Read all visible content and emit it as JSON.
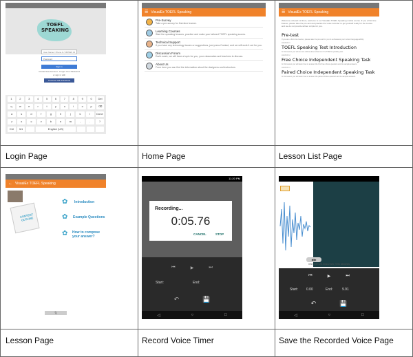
{
  "captions": {
    "login": "Login Page",
    "home": "Home Page",
    "lesson_list": "Lesson List Page",
    "lesson": "Lesson Page",
    "record": "Record Voice Timer",
    "save": "Save the Recorded Voice Page"
  },
  "login": {
    "logo": "TOEFL SPEAKING",
    "username_placeholder": "User Name / Phone # / FB/SNS ID",
    "password_placeholder": "Password",
    "signin_label": "Sign In",
    "links": "Create New Account · Forgot Your Password",
    "or_label": "or sign in with",
    "facebook_label": "Continue with Facebook",
    "keyboard_rows": [
      [
        "1",
        "2",
        "3",
        "4",
        "5",
        "6",
        "7",
        "8",
        "9",
        "0",
        "Del"
      ],
      [
        "q",
        "w",
        "e",
        "r",
        "t",
        "y",
        "u",
        "i",
        "o",
        "p",
        "⌫"
      ],
      [
        "a",
        "s",
        "d",
        "f",
        "g",
        "h",
        "j",
        "k",
        "l",
        "Done"
      ],
      [
        "z",
        "x",
        "c",
        "v",
        "b",
        "n",
        "m",
        ",",
        ".",
        "?"
      ],
      [
        "Ctrl",
        "!#1",
        "",
        "English (US)",
        "",
        "",
        ""
      ]
    ]
  },
  "app_title": "VisualEx TOEFL Speaking",
  "home": {
    "items": [
      {
        "title": "Pre-Survey",
        "desc": "Take a pre-survey for first-time learner."
      },
      {
        "title": "Learning Courses",
        "desc": "Start the speaking lessons, practice and make your tailored TOEFL speaking scores."
      },
      {
        "title": "Technical Support",
        "desc": "If you have any technology issues or suggestions, just press Contact, and we will work it out for you."
      },
      {
        "title": "Discussion Forum",
        "desc": "Earth week, we will have a topic for you, your classmates and teachers to discuss."
      },
      {
        "title": "About Us",
        "desc": "From here you can find the information about the designers and instructors."
      }
    ]
  },
  "lesson_list": {
    "intro": "Welcome onboard. Hi there, welcome to our VisualEx TOEFL Speaking mobile course. If you a first time listener, please take the pre-test and practice the voice recorder to get yourself ready for the course. and we do not provide written scripts for you.",
    "lessons": [
      {
        "label": "",
        "title": "Pre-test",
        "sub": "If you are a first-time learner, please take the pre-test for you to self-assess your current language ability."
      },
      {
        "label": "LESSON 1",
        "title": "TOEFL Speaking Test Introduction",
        "sub": "In this lesson you will see an outline about what is in the TOEFL speaking test."
      },
      {
        "label": "LESSON 2",
        "title": "Free Choice Independent Speaking Task",
        "sub": "In this lesson you will learn how to answer the first free choice question and its sample answers."
      },
      {
        "label": "LESSON 3",
        "title": "Paired Choice Independent Speaking Task",
        "sub": "In this lesson you will learn how to answer the paired choice question and its sample answers."
      }
    ]
  },
  "lesson": {
    "outline_label": "CONTENT OUTLINE",
    "links": [
      "Introduction",
      "Example Questions",
      "How to compose your answer?"
    ]
  },
  "record": {
    "status_time": "11:20 PM",
    "dialog_title": "Recording...",
    "timer": "0:05.76",
    "cancel_label": "CANCEL",
    "stop_label": "STOP",
    "start_label": "Start:",
    "end_label": "End:"
  },
  "save": {
    "file_info": "new_447123.m4a 2 sec, 9.91 seconds",
    "start_label": "Start:",
    "start_value": "0.00",
    "end_label": "End:",
    "end_value": "9.91"
  },
  "colors": {
    "accent": "#f0822a",
    "link": "#2a8bc0",
    "facebook": "#3b5998",
    "signin": "#3e7bd6",
    "dialog_button": "#1b6e67",
    "dark_bg": "#2a2a2a"
  }
}
